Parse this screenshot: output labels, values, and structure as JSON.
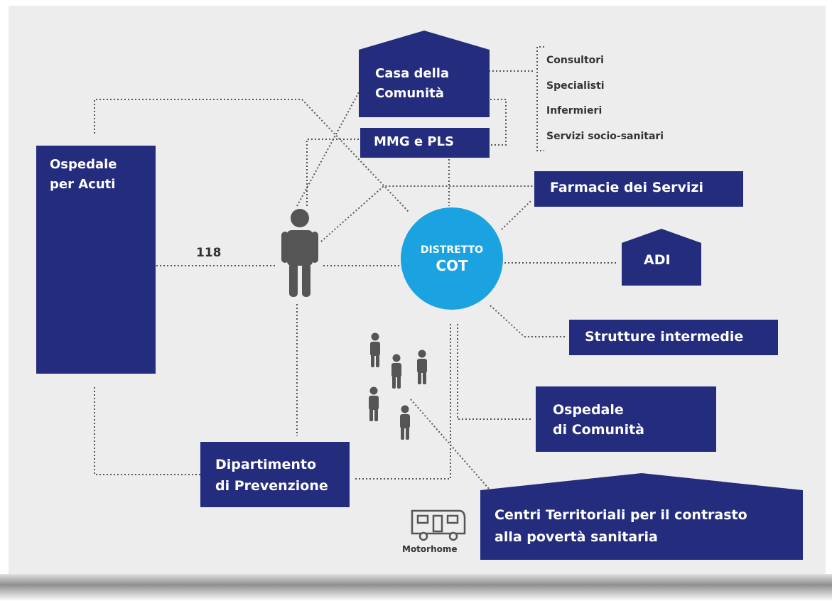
{
  "colors": {
    "navy": "#242c7e",
    "cyan": "#1aa3e0",
    "figure": "#555555",
    "background": "#ededed"
  },
  "nodes": {
    "ospedale_acuti": "Ospedale\nper Acuti",
    "casa_comunita": "Casa della\nComunità",
    "mmg_pls": "MMG e PLS",
    "farmacie": "Farmacie dei Servizi",
    "adi": "ADI",
    "strutture": "Strutture intermedie",
    "ospedale_comunita": "Ospedale\ndi Comunità",
    "dipartimento": "Dipartimento\ndi Prevenzione",
    "centri": "Centri Territoriali per il contrasto\nalla povertà sanitaria",
    "distretto_label": "DISTRETTO",
    "cot_label": "COT"
  },
  "casa_services": [
    "Consultori",
    "Specialisti",
    "Infermieri",
    "Servizi socio-sanitari"
  ],
  "link_118": "118",
  "motorhome_label": "Motorhome",
  "icons": [
    "person-icon",
    "people-group-icon",
    "motorhome-icon"
  ]
}
